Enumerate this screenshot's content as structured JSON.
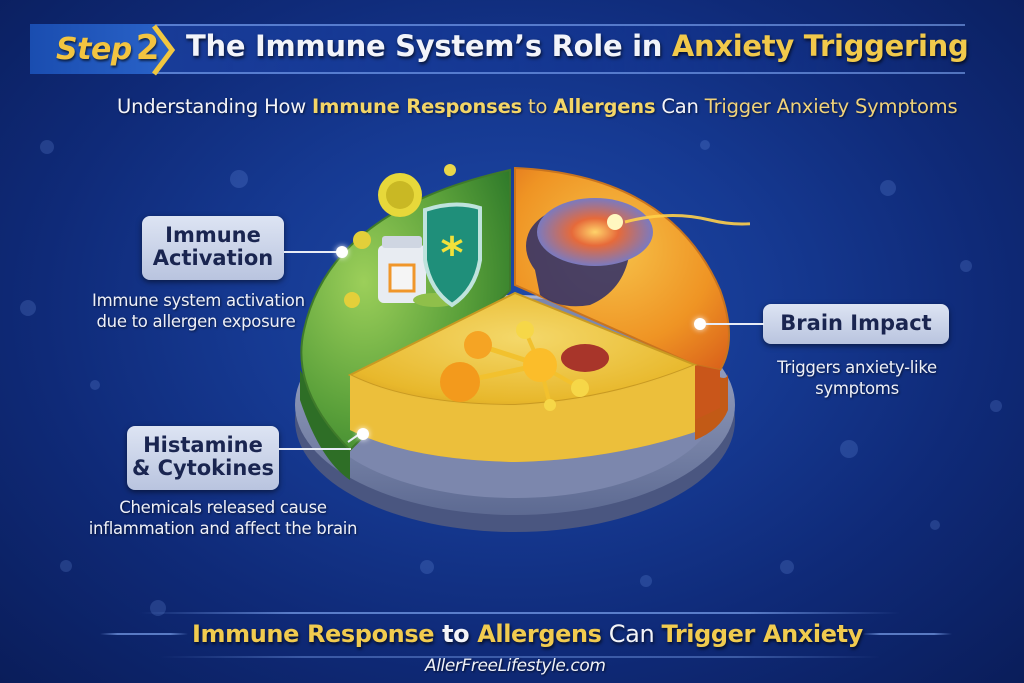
{
  "header": {
    "step_label": "Step",
    "step_number": "2",
    "title_part1": "The Immune System’s Role in ",
    "title_highlight": "Anxiety Triggering"
  },
  "subtitle": {
    "part1": "Understanding How ",
    "highlight1": "Immune Responses",
    "part2": " to ",
    "highlight2": "Allergens",
    "part3": " Can ",
    "highlight3": "Trigger Anxiety Symptoms"
  },
  "diagram": {
    "segments": [
      {
        "id": "immune-activation",
        "title_line1": "Immune",
        "title_line2": "Activation",
        "description_line1": "Immune system activation",
        "description_line2": "due to allergen exposure",
        "color": "#5a9e3a",
        "icons": [
          "pollen-icon",
          "medicine-bottle-icon",
          "shield-icon"
        ]
      },
      {
        "id": "brain-impact",
        "title_line1": "Brain Impact",
        "description_line1": "Triggers anxiety-like",
        "description_line2": "symptoms",
        "color": "#ea8a1c",
        "icons": [
          "brain-icon",
          "head-silhouette-icon",
          "lightning-icon"
        ]
      },
      {
        "id": "histamine-cytokines",
        "title_line1": "Histamine",
        "title_line2": "& Cytokines",
        "description_line1": "Chemicals released cause",
        "description_line2": "inflammation and affect the brain",
        "color": "#e9b92c",
        "icons": [
          "molecule-icon"
        ]
      }
    ],
    "base_color": "#8c97b8"
  },
  "footer": {
    "part1": "Immune Response",
    "part2": " to ",
    "part3": "Allergens",
    "part4": " Can ",
    "part5": "Trigger Anxiety",
    "website": "AllerFreeLifestyle.com"
  },
  "colors": {
    "background": "#163a93",
    "gold": "#f1c94b",
    "label_box": "#cfd7ec",
    "label_text": "#1a2550"
  }
}
